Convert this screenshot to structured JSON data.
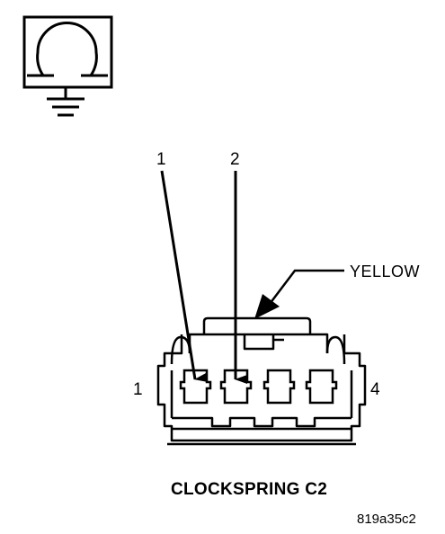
{
  "diagram": {
    "symbol_icon": "ohmmeter-ground-icon",
    "wire_labels": [
      "1",
      "2"
    ],
    "side_label_left": "1",
    "side_label_right": "4",
    "connector_color": "YELLOW",
    "connector_name": "CLOCKSPRING C2",
    "figure_code": "819a35c2"
  }
}
